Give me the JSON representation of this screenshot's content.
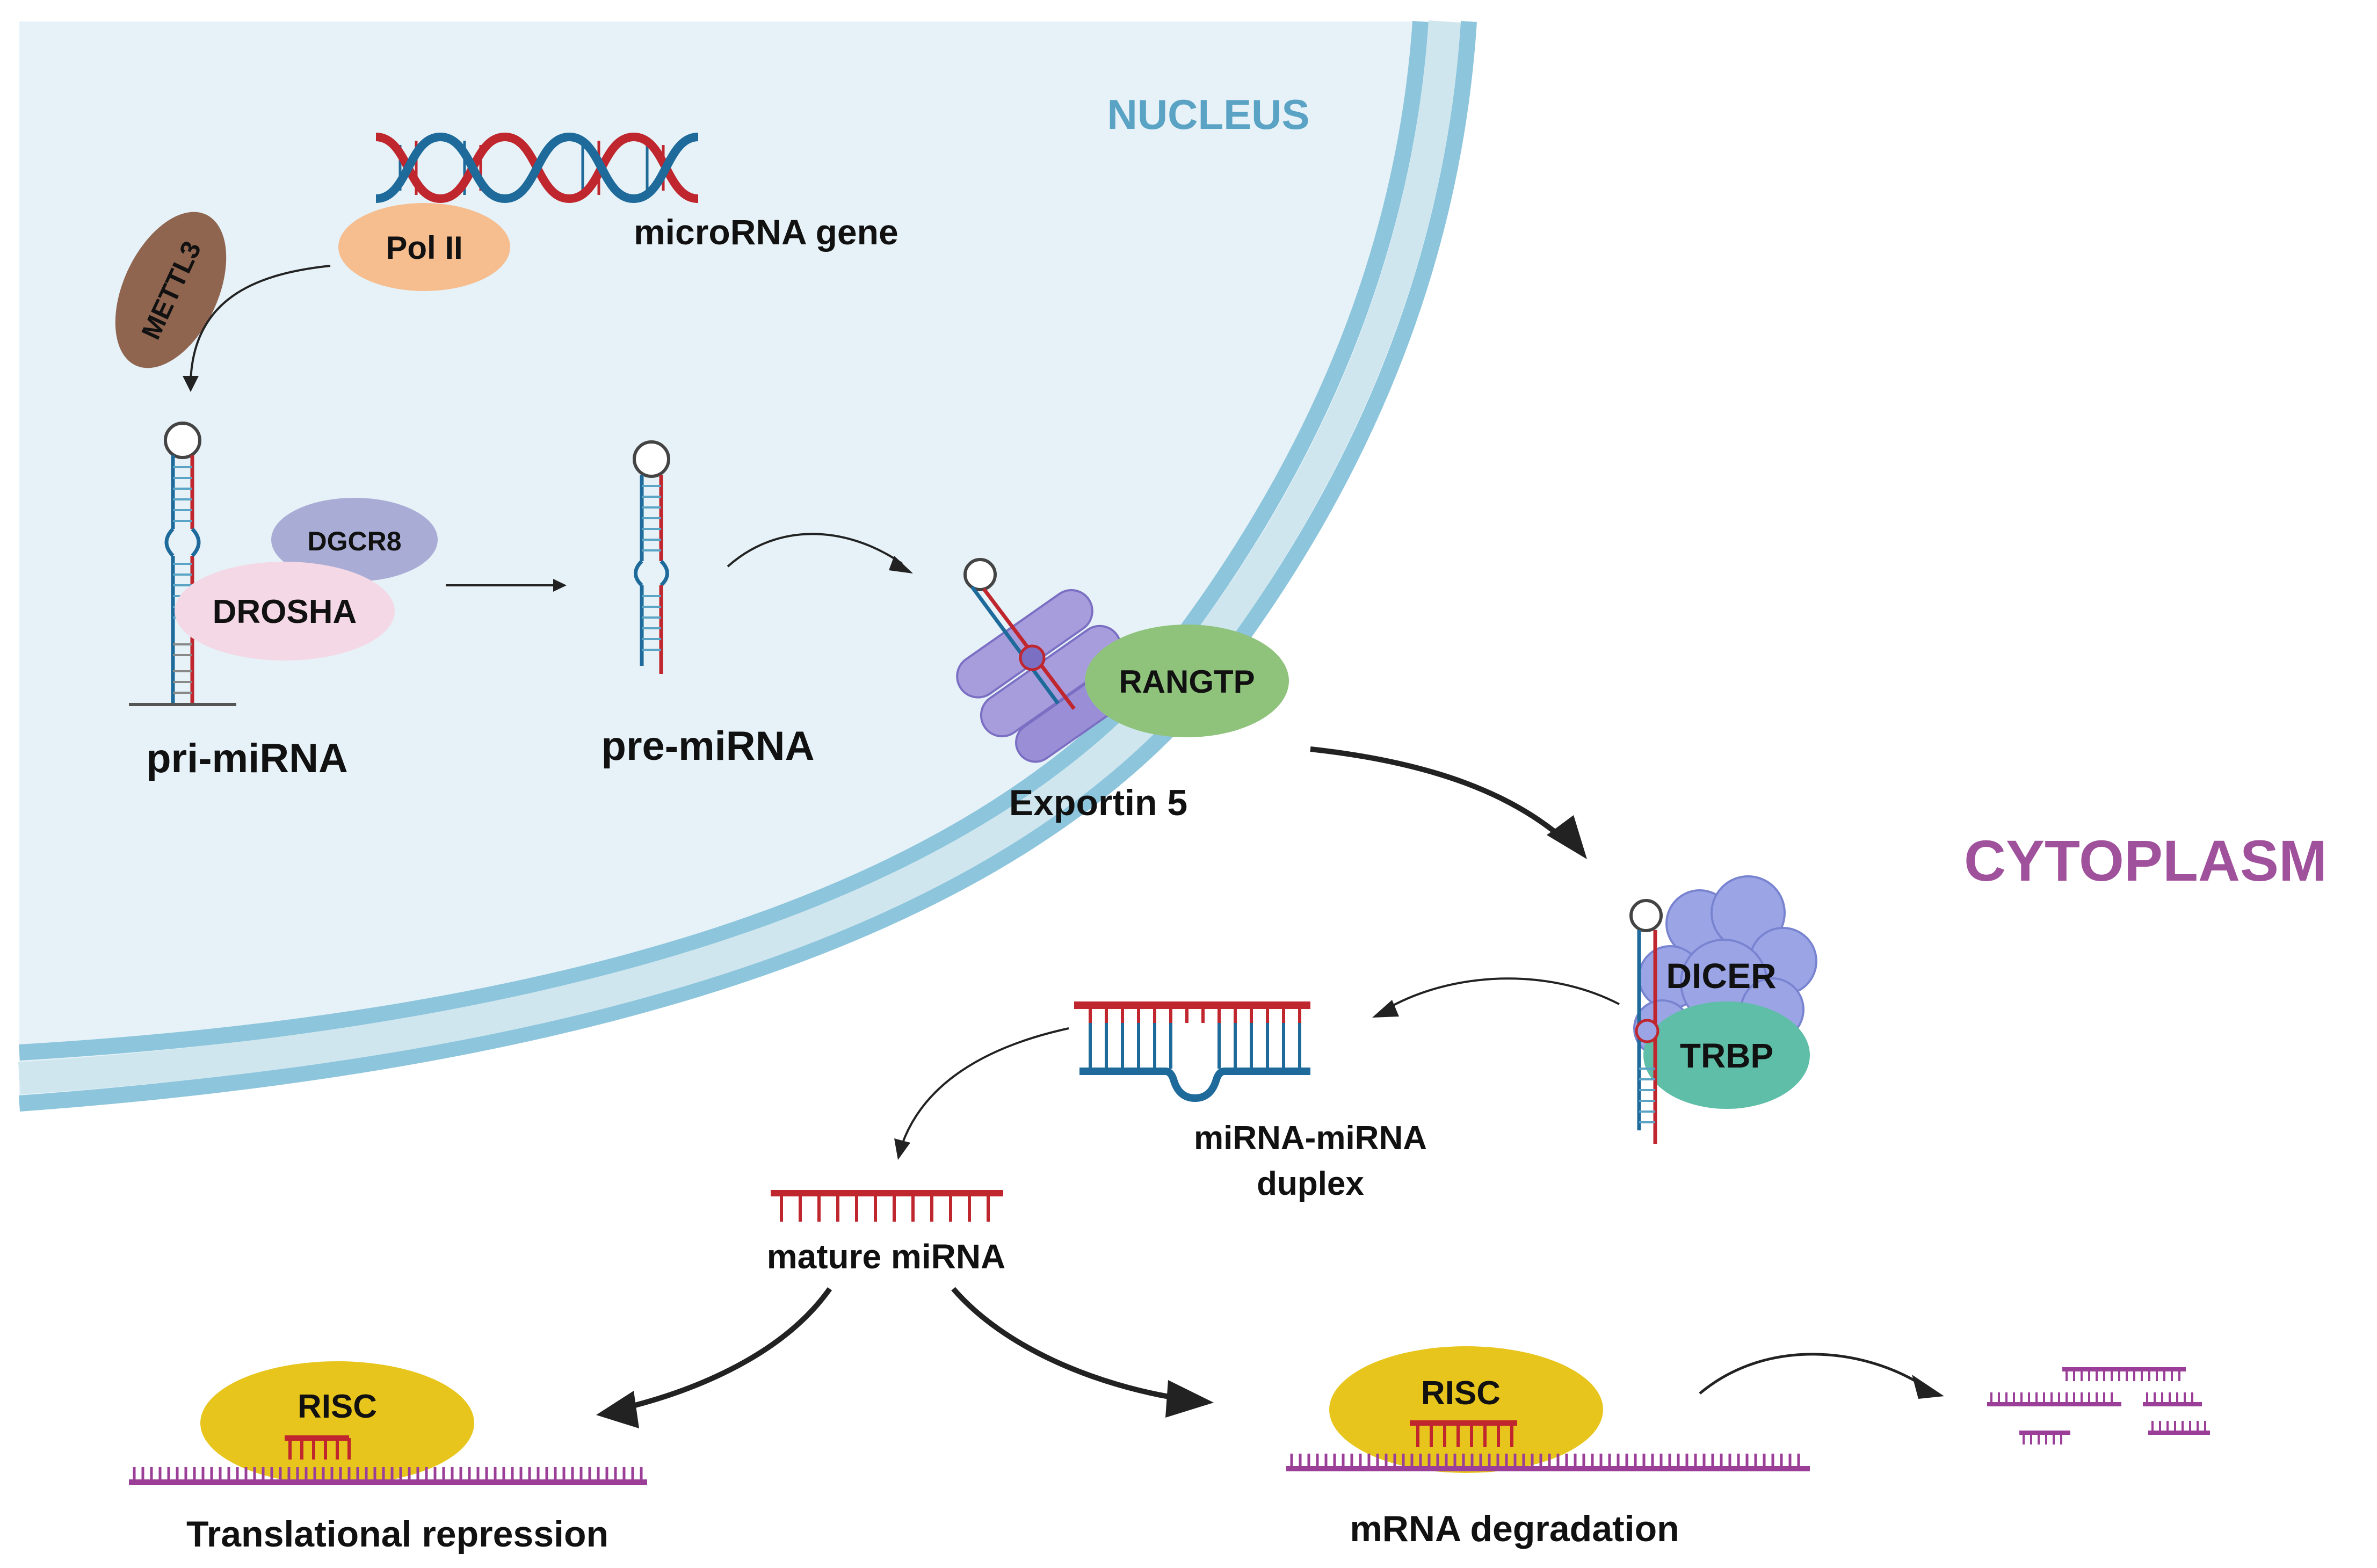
{
  "regions": {
    "nucleus": "NUCLEUS",
    "cytoplasm": "CYTOPLASM"
  },
  "nodes": {
    "gene": "microRNA gene",
    "pol2": "Pol II",
    "mettl3": "METTL3",
    "dgcr8": "DGCR8",
    "drosha": "DROSHA",
    "pri": "pri-miRNA",
    "pre": "pre-miRNA",
    "rangtp": "RANGTP",
    "exportin": "Exportin 5",
    "dicer": "DICER",
    "trbp": "TRBP",
    "duplex_line1": "miRNA-miRNA",
    "duplex_line2": "duplex",
    "mature": "mature miRNA",
    "risc_left": "RISC",
    "risc_right": "RISC",
    "repression": "Translational repression",
    "degradation": "mRNA degradation"
  },
  "colors": {
    "nucleus_fill": "#e6f2f7",
    "membrane": "#8cc5dc",
    "nucleus_text": "#5aa3c4",
    "cytoplasm_text": "#a0519c",
    "pol2": "#f6bd8f",
    "mettl3": "#8f6550",
    "dgcr8": "#a9add6",
    "drosha": "#f4d8e6",
    "rangtp": "#8fc37c",
    "exportin": "#a79cdc",
    "dicer": "#9ba5e6",
    "trbp": "#5fbea7",
    "risc": "#e8c51d",
    "rna_red": "#c0262d",
    "rna_blue": "#1d6a9b",
    "mrna": "#9b3e97"
  }
}
